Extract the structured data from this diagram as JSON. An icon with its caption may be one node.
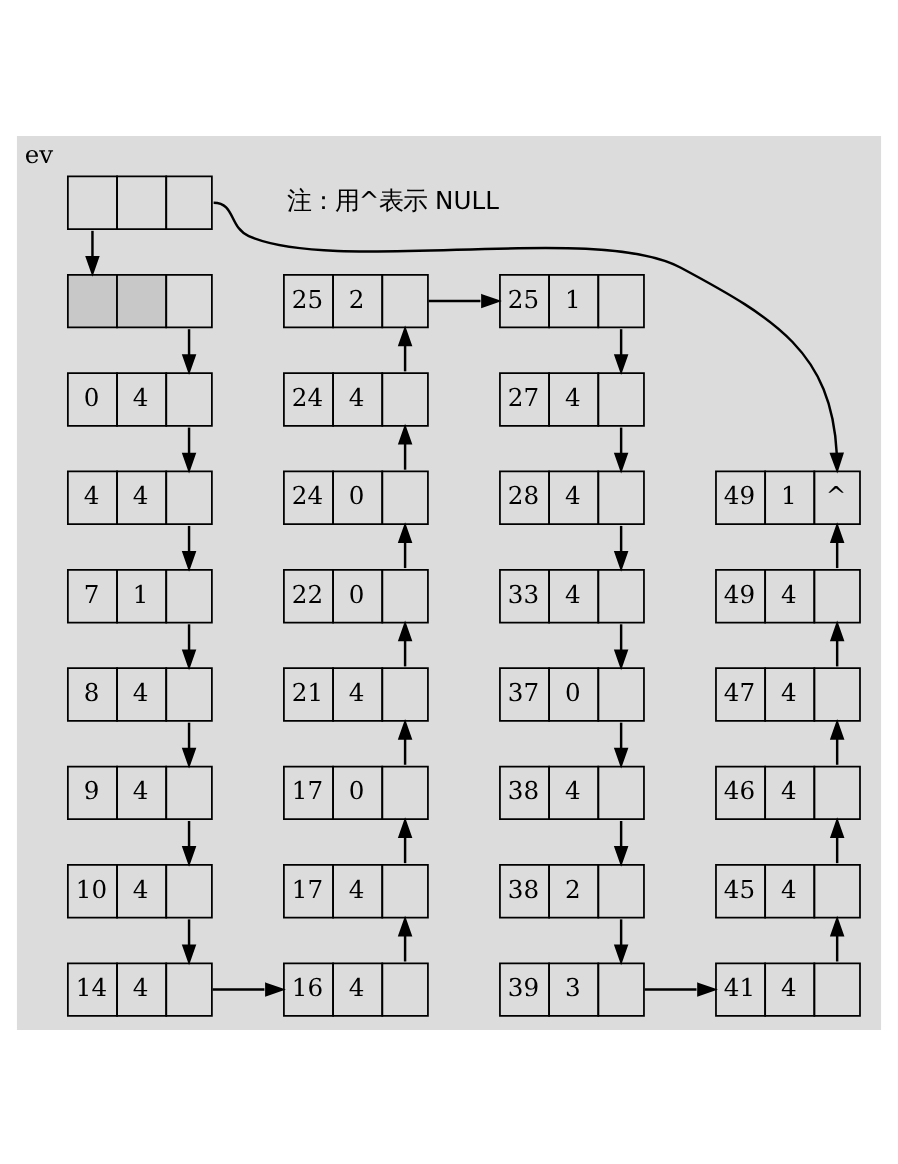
{
  "diagram": {
    "nodes": [
      {
        "text": [],
        "shape": "box",
        "beside": [
          "ev"
        ]
      },
      {
        "text": [],
        "shape": "box"
      },
      {
        "text": [
          "0",
          "4"
        ]
      },
      {
        "text": [
          "4",
          "4"
        ]
      },
      {
        "text": [
          "7",
          "1"
        ]
      },
      {
        "text": [
          "8",
          "4"
        ]
      },
      {
        "text": [
          "9",
          "4"
        ]
      },
      {
        "text": [
          "10",
          "4"
        ]
      },
      {
        "text": [
          "14",
          "4"
        ]
      },
      {
        "text": [
          "25",
          "2"
        ]
      },
      {
        "text": [
          "24",
          "4"
        ]
      },
      {
        "text": [
          "24",
          "0"
        ]
      },
      {
        "text": [
          "22",
          "0"
        ]
      },
      {
        "text": [
          "21",
          "4"
        ]
      },
      {
        "text": [
          "17",
          "0"
        ]
      },
      {
        "text": [
          "17",
          "4"
        ]
      },
      {
        "text": [
          "16",
          "4"
        ]
      },
      {
        "text": [
          "25",
          "1"
        ]
      },
      {
        "text": [
          "27",
          "4"
        ]
      },
      {
        "text": [
          "28",
          "4"
        ]
      },
      {
        "text": [
          "33",
          "4"
        ]
      },
      {
        "text": [
          "37",
          "0"
        ]
      },
      {
        "text": [
          "38",
          "4"
        ]
      },
      {
        "text": [
          "38",
          "2"
        ]
      },
      {
        "text": [
          "39",
          "3"
        ]
      },
      {
        "text": [
          "49",
          "1",
          "^"
        ]
      },
      {
        "text": [
          "49",
          "4"
        ]
      },
      {
        "text": [
          "47",
          "4"
        ]
      },
      {
        "text": [
          "46",
          "4"
        ]
      },
      {
        "text": [
          "45",
          "4"
        ]
      },
      {
        "text": [
          "41",
          "4"
        ]
      }
    ],
    "edges": [
      {
        "from": 0,
        "to": 1,
        "arrow": "to"
      },
      {
        "from": 0,
        "to": 25,
        "arrow": "to"
      },
      {
        "from": 1,
        "to": 2,
        "arrow": "to"
      },
      {
        "from": 2,
        "to": 3,
        "arrow": "to"
      },
      {
        "from": 3,
        "to": 4,
        "arrow": "to"
      },
      {
        "from": 4,
        "to": 5,
        "arrow": "to"
      },
      {
        "from": 5,
        "to": 6,
        "arrow": "to"
      },
      {
        "from": 6,
        "to": 7,
        "arrow": "to"
      },
      {
        "from": 7,
        "to": 8,
        "arrow": "to"
      },
      {
        "from": 8,
        "to": 16,
        "arrow": "to"
      },
      {
        "from": 16,
        "to": 15,
        "arrow": "to"
      },
      {
        "from": 15,
        "to": 14,
        "arrow": "to"
      },
      {
        "from": 14,
        "to": 13,
        "arrow": "to"
      },
      {
        "from": 13,
        "to": 12,
        "arrow": "to"
      },
      {
        "from": 12,
        "to": 11,
        "arrow": "to"
      },
      {
        "from": 11,
        "to": 10,
        "arrow": "to"
      },
      {
        "from": 10,
        "to": 9,
        "arrow": "to"
      },
      {
        "from": 9,
        "to": 17,
        "arrow": "to"
      },
      {
        "from": 17,
        "to": 18,
        "arrow": "to"
      },
      {
        "from": 18,
        "to": 19,
        "arrow": "to"
      },
      {
        "from": 19,
        "to": 20,
        "arrow": "to"
      },
      {
        "from": 20,
        "to": 21,
        "arrow": "to"
      },
      {
        "from": 21,
        "to": 22,
        "arrow": "to"
      },
      {
        "from": 22,
        "to": 23,
        "arrow": "to"
      },
      {
        "from": 23,
        "to": 24,
        "arrow": "to"
      },
      {
        "from": 24,
        "to": 30,
        "arrow": "to"
      },
      {
        "from": 30,
        "to": 29,
        "arrow": "to"
      },
      {
        "from": 29,
        "to": 28,
        "arrow": "to"
      },
      {
        "from": 28,
        "to": 27,
        "arrow": "to"
      },
      {
        "from": 27,
        "to": 26,
        "arrow": "to"
      },
      {
        "from": 26,
        "to": 25,
        "arrow": "to"
      }
    ],
    "labels": [
      "注：用^表示 NULL"
    ]
  }
}
